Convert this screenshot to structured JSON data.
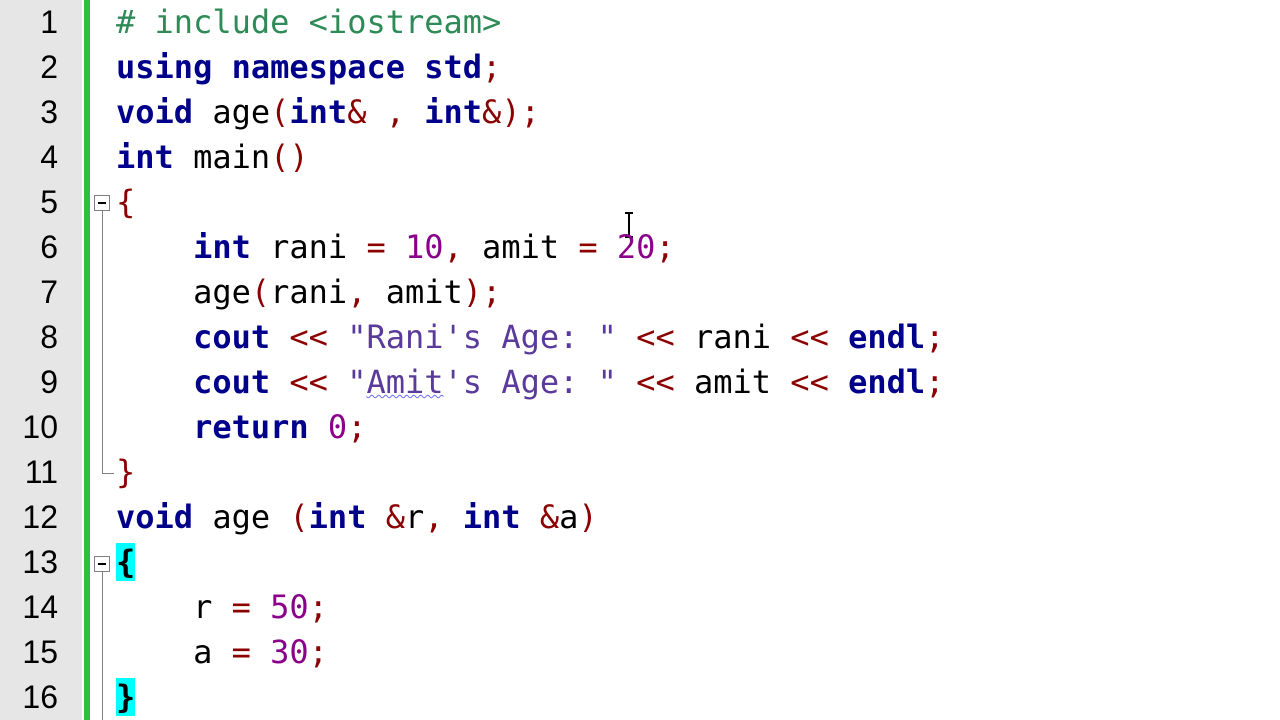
{
  "editor": {
    "lines": [
      {
        "num": "1",
        "tokens": [
          {
            "t": "# include <iostream>",
            "c": "pp"
          }
        ]
      },
      {
        "num": "2",
        "tokens": [
          {
            "t": "using namespace std",
            "c": "kw"
          },
          {
            "t": ";",
            "c": "op"
          }
        ]
      },
      {
        "num": "3",
        "tokens": [
          {
            "t": "void",
            "c": "kw"
          },
          {
            "t": " age",
            "c": "id"
          },
          {
            "t": "(",
            "c": "op"
          },
          {
            "t": "int",
            "c": "kw"
          },
          {
            "t": "& , ",
            "c": "op"
          },
          {
            "t": "int",
            "c": "kw"
          },
          {
            "t": "&);",
            "c": "op"
          }
        ]
      },
      {
        "num": "4",
        "tokens": [
          {
            "t": "int",
            "c": "kw"
          },
          {
            "t": " main",
            "c": "id"
          },
          {
            "t": "()",
            "c": "op"
          }
        ]
      },
      {
        "num": "5",
        "tokens": [
          {
            "t": "{",
            "c": "op"
          }
        ]
      },
      {
        "num": "6",
        "tokens": [
          {
            "t": "    ",
            "c": "id"
          },
          {
            "t": "int",
            "c": "kw"
          },
          {
            "t": " rani ",
            "c": "id"
          },
          {
            "t": "= ",
            "c": "op"
          },
          {
            "t": "10",
            "c": "num"
          },
          {
            "t": ", ",
            "c": "op"
          },
          {
            "t": "amit ",
            "c": "id"
          },
          {
            "t": "= ",
            "c": "op"
          },
          {
            "t": "20",
            "c": "num"
          },
          {
            "t": ";",
            "c": "op"
          }
        ]
      },
      {
        "num": "7",
        "tokens": [
          {
            "t": "    age",
            "c": "id"
          },
          {
            "t": "(",
            "c": "op"
          },
          {
            "t": "rani",
            "c": "id"
          },
          {
            "t": ", ",
            "c": "op"
          },
          {
            "t": "amit",
            "c": "id"
          },
          {
            "t": ");",
            "c": "op"
          }
        ]
      },
      {
        "num": "8",
        "tokens": [
          {
            "t": "    ",
            "c": "id"
          },
          {
            "t": "cout",
            "c": "kw"
          },
          {
            "t": " << ",
            "c": "op"
          },
          {
            "t": "\"Rani's Age: \"",
            "c": "str"
          },
          {
            "t": " << ",
            "c": "op"
          },
          {
            "t": "rani",
            "c": "id"
          },
          {
            "t": " << ",
            "c": "op"
          },
          {
            "t": "endl",
            "c": "kw"
          },
          {
            "t": ";",
            "c": "op"
          }
        ]
      },
      {
        "num": "9",
        "tokens": [
          {
            "t": "    ",
            "c": "id"
          },
          {
            "t": "cout",
            "c": "kw"
          },
          {
            "t": " << ",
            "c": "op"
          },
          {
            "t": "\"",
            "c": "str"
          },
          {
            "t": "Amit",
            "c": "str sq"
          },
          {
            "t": "'s Age: \"",
            "c": "str"
          },
          {
            "t": " << ",
            "c": "op"
          },
          {
            "t": "amit",
            "c": "id"
          },
          {
            "t": " << ",
            "c": "op"
          },
          {
            "t": "endl",
            "c": "kw"
          },
          {
            "t": ";",
            "c": "op"
          }
        ]
      },
      {
        "num": "10",
        "tokens": [
          {
            "t": "    ",
            "c": "id"
          },
          {
            "t": "return",
            "c": "kw"
          },
          {
            "t": " ",
            "c": "id"
          },
          {
            "t": "0",
            "c": "num"
          },
          {
            "t": ";",
            "c": "op"
          }
        ]
      },
      {
        "num": "11",
        "tokens": [
          {
            "t": "}",
            "c": "op"
          }
        ]
      },
      {
        "num": "12",
        "tokens": [
          {
            "t": "void",
            "c": "kw"
          },
          {
            "t": " age ",
            "c": "id"
          },
          {
            "t": "(",
            "c": "op"
          },
          {
            "t": "int",
            "c": "kw"
          },
          {
            "t": " &",
            "c": "op"
          },
          {
            "t": "r",
            "c": "id"
          },
          {
            "t": ", ",
            "c": "op"
          },
          {
            "t": "int",
            "c": "kw"
          },
          {
            "t": " &",
            "c": "op"
          },
          {
            "t": "a",
            "c": "id"
          },
          {
            "t": ")",
            "c": "op"
          }
        ]
      },
      {
        "num": "13",
        "tokens": [
          {
            "t": "{",
            "c": "hl"
          }
        ]
      },
      {
        "num": "14",
        "tokens": [
          {
            "t": "    r ",
            "c": "id"
          },
          {
            "t": "= ",
            "c": "op"
          },
          {
            "t": "50",
            "c": "num"
          },
          {
            "t": ";",
            "c": "op"
          }
        ]
      },
      {
        "num": "15",
        "tokens": [
          {
            "t": "    a ",
            "c": "id"
          },
          {
            "t": "= ",
            "c": "op"
          },
          {
            "t": "30",
            "c": "num"
          },
          {
            "t": ";",
            "c": "op"
          }
        ]
      },
      {
        "num": "16",
        "tokens": [
          {
            "t": "}",
            "c": "hl"
          }
        ]
      }
    ]
  },
  "colors": {
    "keyword": "#00008b",
    "preprocessor": "#2e8b57",
    "operator": "#8b0000",
    "number": "#8b008b",
    "string": "#5a3a9a",
    "brace_highlight": "#00ffff",
    "change_bar": "#2fbf3f",
    "gutter": "#e6e6e6"
  },
  "icons": {
    "fold": "collapse-minus-icon",
    "cursor": "text-cursor-icon"
  }
}
